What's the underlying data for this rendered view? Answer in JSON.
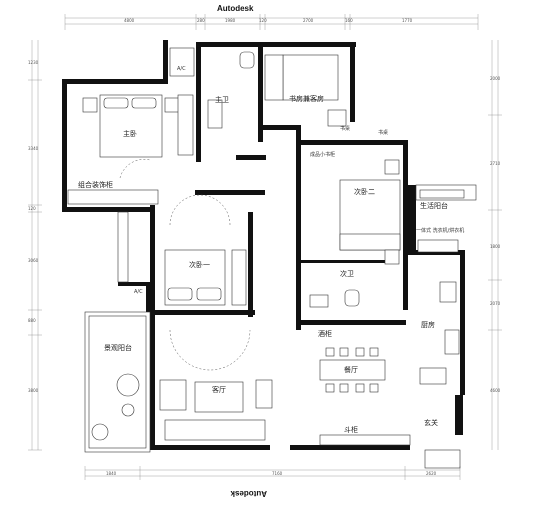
{
  "brand": {
    "top": "Autodesk",
    "bottom": "Autodesk"
  },
  "rooms": {
    "master_bedroom": "主卧",
    "master_bath": "主卫",
    "study_guest": "书房兼客房",
    "combo_cabinet": "组合装饰柜",
    "second_bedroom_two": "次卧二",
    "second_bedroom_one": "次卧一",
    "second_bath": "次卫",
    "life_balcony": "生活阳台",
    "view_balcony": "景观阳台",
    "living_room": "客厅",
    "dining_room": "餐厅",
    "kitchen": "厨房",
    "entrance": "玄关",
    "shoe_cabinet": "斗柜",
    "wine_cabinet": "酒柜",
    "bookcase_a": "书桌",
    "bookcase_b": "书桌",
    "ac_top": "A/C",
    "ac_left": "A/C",
    "washer": "一体式\n洗衣机/烘衣机",
    "wardrobe_small": "成品小书柜"
  },
  "dims": {
    "top": [
      "4800",
      "280",
      "1980",
      "120",
      "2700",
      "160",
      "1770"
    ],
    "bottom": [
      "1840",
      "7160",
      "2620"
    ],
    "left": [
      "1230",
      "3340",
      "120",
      "3060",
      "880",
      "3800"
    ],
    "right": [
      "2000",
      "2710",
      "1800",
      "2070",
      "4600"
    ]
  },
  "colors": {
    "wall": "#111111",
    "line": "#333333",
    "background": "#ffffff"
  }
}
